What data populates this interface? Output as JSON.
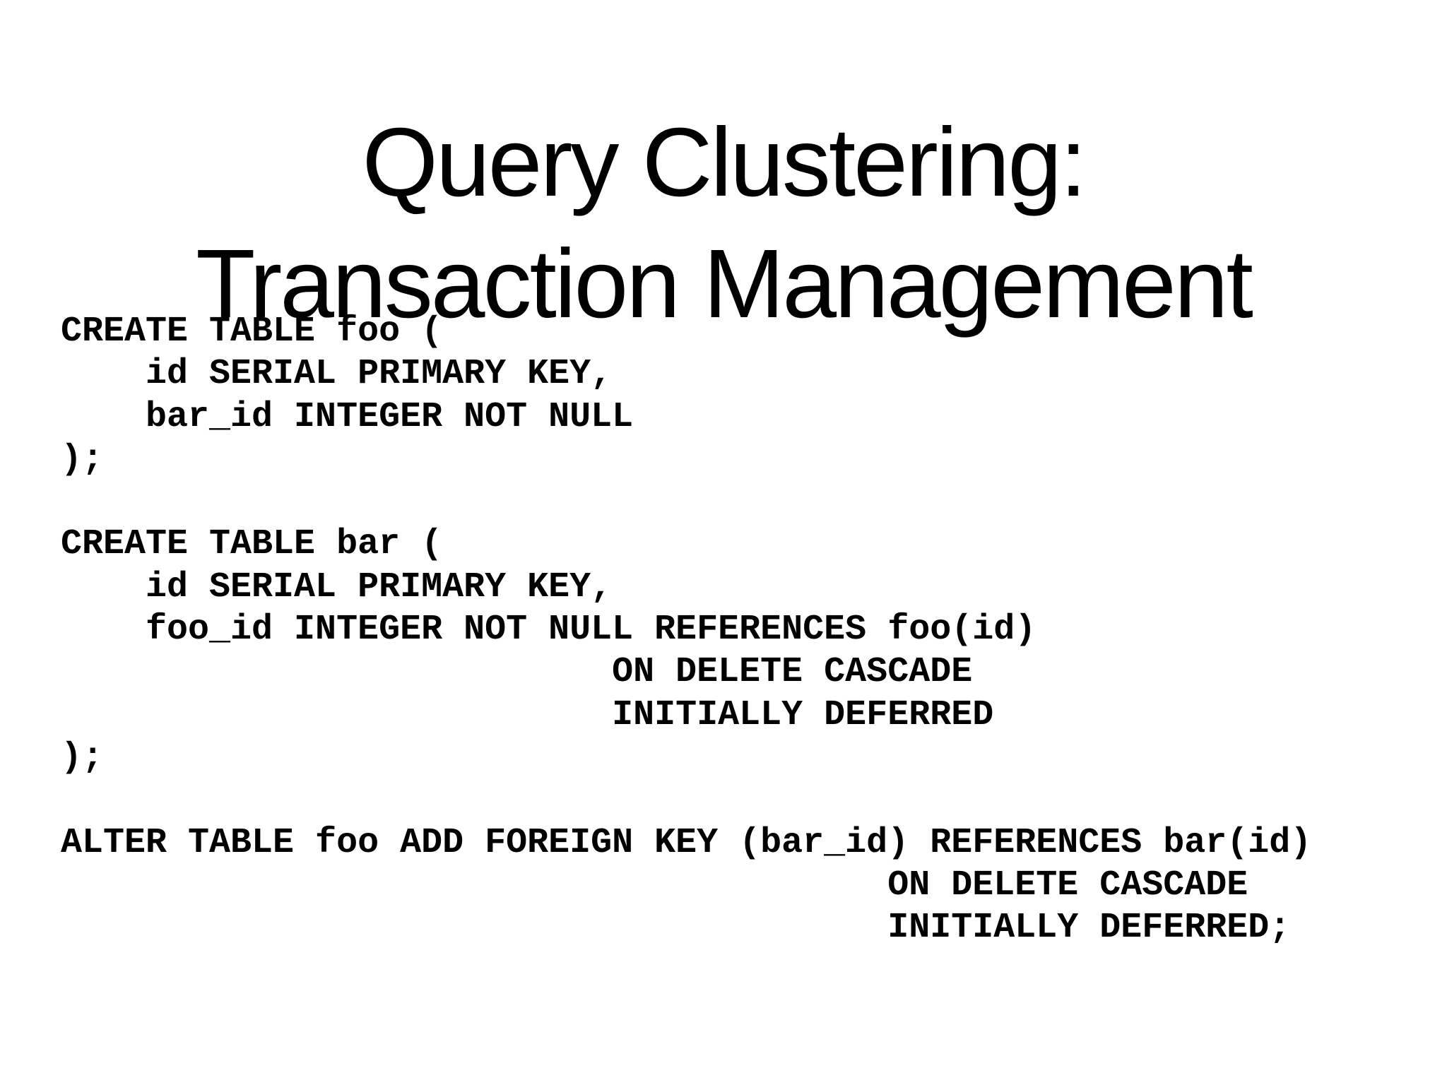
{
  "slide": {
    "title": {
      "line1": "Query Clustering:",
      "line2": "Transaction Management"
    },
    "code": "CREATE TABLE foo (\n    id SERIAL PRIMARY KEY,\n    bar_id INTEGER NOT NULL\n);\n\nCREATE TABLE bar (\n    id SERIAL PRIMARY KEY,\n    foo_id INTEGER NOT NULL REFERENCES foo(id)\n                          ON DELETE CASCADE\n                          INITIALLY DEFERRED\n);\n\nALTER TABLE foo ADD FOREIGN KEY (bar_id) REFERENCES bar(id)\n                                       ON DELETE CASCADE\n                                       INITIALLY DEFERRED;",
    "colors": {
      "background": "#ffffff",
      "text": "#000000"
    }
  }
}
